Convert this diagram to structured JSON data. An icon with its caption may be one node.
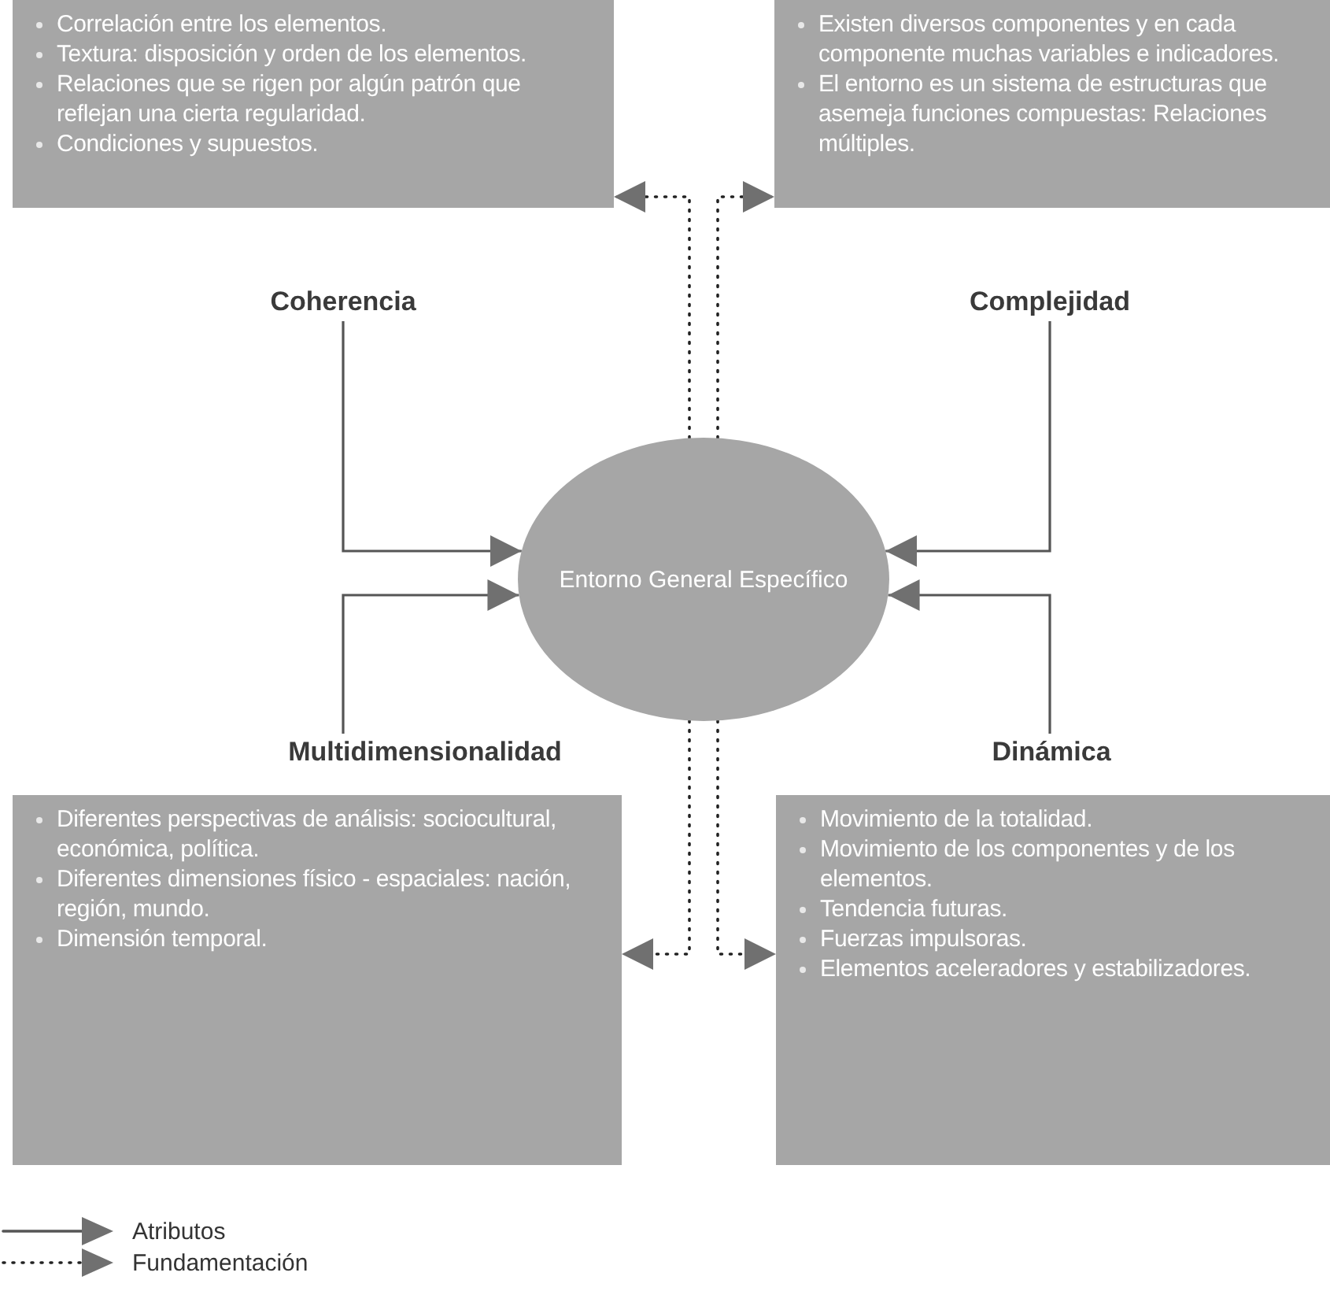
{
  "diagram": {
    "nodes": [
      {
        "text": [
          "Correlación entre los elementos.",
          "Textura: disposición y orden de los elementos.",
          "Relaciones que se rigen por algún patrón que reflejan una cierta regularidad.",
          "Condiciones y supuestos."
        ]
      },
      {
        "text": [
          "Existen diversos componentes y en cada componente muchas variables e indicadores.",
          "El entorno es un sistema de estructuras que asemeja funciones compuestas: Relaciones múltiples."
        ]
      },
      {
        "text": [
          "Coherencia"
        ]
      },
      {
        "text": [
          "Complejidad"
        ]
      },
      {
        "text": [
          "Entorno General Específico"
        ]
      },
      {
        "text": [
          "Multidimensionalidad"
        ]
      },
      {
        "text": [
          "Dinámica"
        ]
      },
      {
        "text": [
          "Diferentes perspectivas de análisis: sociocultural, económica, política.",
          "Diferentes dimensiones físico - espaciales: nación, región, mundo.",
          "Dimensión temporal."
        ]
      },
      {
        "text": [
          "Movimiento de la totalidad.",
          "Movimiento de los componentes y de los elementos.",
          "Tendencia futuras.",
          "Fuerzas impulsoras.",
          "Elementos aceleradores y estabilizadores."
        ]
      }
    ],
    "edges": [
      {
        "from": 2,
        "to": 4,
        "arrow": "to"
      },
      {
        "from": 3,
        "to": 4,
        "arrow": "to"
      },
      {
        "from": 5,
        "to": 4,
        "arrow": "to"
      },
      {
        "from": 6,
        "to": 4,
        "arrow": "to"
      },
      {
        "from": 4,
        "to": 0,
        "arrow": "to",
        "style": "dashed"
      },
      {
        "from": 4,
        "to": 1,
        "arrow": "to",
        "style": "dashed"
      },
      {
        "from": 4,
        "to": 7,
        "arrow": "to",
        "style": "dashed"
      },
      {
        "from": 4,
        "to": 8,
        "arrow": "to",
        "style": "dashed"
      }
    ],
    "legend": [
      {
        "text": "Atributos"
      },
      {
        "text": "Fundamentación"
      }
    ]
  }
}
